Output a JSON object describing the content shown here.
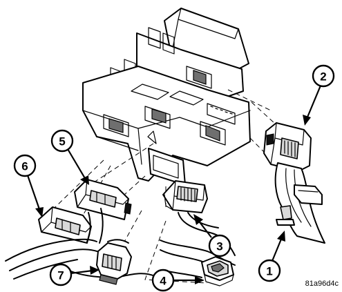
{
  "figure": {
    "id_label": "81a96d4c"
  },
  "callouts": [
    {
      "number": "1"
    },
    {
      "number": "2"
    },
    {
      "number": "3"
    },
    {
      "number": "4"
    },
    {
      "number": "5"
    },
    {
      "number": "6"
    },
    {
      "number": "7"
    }
  ]
}
